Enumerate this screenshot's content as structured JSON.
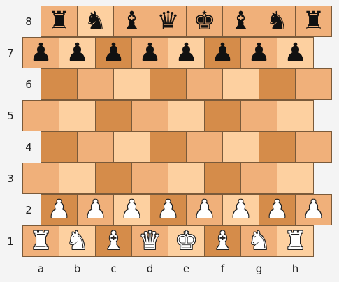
{
  "board": {
    "colors": {
      "light": "#fdd0a0",
      "medium": "#f0b07a",
      "dark": "#d58c4a"
    },
    "ranks": [
      {
        "label": "8",
        "pieces": [
          "♜",
          "♞",
          "♝",
          "♛",
          "♚",
          "♝",
          "♞",
          "♜"
        ],
        "color": "black",
        "shades": [
          "medium",
          "light",
          "medium",
          "medium",
          "medium",
          "medium",
          "medium",
          "medium"
        ]
      },
      {
        "label": "7",
        "pieces": [
          "♟",
          "♟",
          "♟",
          "♟",
          "♟",
          "♟",
          "♟",
          "♟"
        ],
        "color": "black",
        "shades": [
          "medium",
          "light",
          "dark",
          "medium",
          "light",
          "dark",
          "medium",
          "light"
        ]
      },
      {
        "label": "6",
        "pieces": [
          "",
          "",
          "",
          "",
          "",
          "",
          "",
          ""
        ],
        "color": "black",
        "shades": [
          "dark",
          "medium",
          "light",
          "dark",
          "medium",
          "light",
          "dark",
          "medium"
        ]
      },
      {
        "label": "5",
        "pieces": [
          "",
          "",
          "",
          "",
          "",
          "",
          "",
          ""
        ],
        "color": "black",
        "shades": [
          "medium",
          "light",
          "dark",
          "medium",
          "light",
          "dark",
          "medium",
          "light"
        ]
      },
      {
        "label": "4",
        "pieces": [
          "",
          "",
          "",
          "",
          "",
          "",
          "",
          ""
        ],
        "color": "black",
        "shades": [
          "dark",
          "medium",
          "light",
          "dark",
          "medium",
          "light",
          "dark",
          "medium"
        ]
      },
      {
        "label": "3",
        "pieces": [
          "",
          "",
          "",
          "",
          "",
          "",
          "",
          ""
        ],
        "color": "black",
        "shades": [
          "medium",
          "light",
          "dark",
          "medium",
          "light",
          "dark",
          "medium",
          "light"
        ]
      },
      {
        "label": "2",
        "pieces": [
          "♟",
          "♟",
          "♟",
          "♟",
          "♟",
          "♟",
          "♟",
          "♟"
        ],
        "color": "white",
        "shades": [
          "dark",
          "medium",
          "light",
          "dark",
          "medium",
          "light",
          "dark",
          "medium"
        ]
      },
      {
        "label": "1",
        "pieces": [
          "♜",
          "♞",
          "♝",
          "♛",
          "♚",
          "♝",
          "♞",
          "♜"
        ],
        "color": "white",
        "shades": [
          "medium",
          "light",
          "dark",
          "medium",
          "light",
          "dark",
          "medium",
          "light"
        ]
      }
    ],
    "files": [
      "a",
      "b",
      "c",
      "d",
      "e",
      "f",
      "g",
      "h"
    ]
  }
}
